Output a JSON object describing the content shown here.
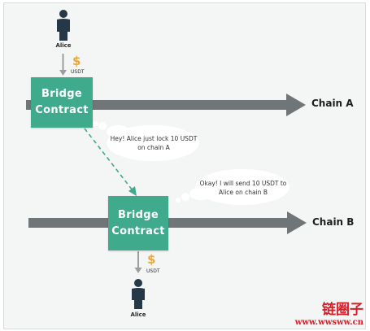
{
  "diagram": {
    "top_user_label": "Alice",
    "bottom_user_label": "Alice",
    "top_token_symbol": "$",
    "top_token_label": "USDT",
    "bottom_token_symbol": "$",
    "bottom_token_label": "USDT",
    "bridge_a_line1": "Bridge",
    "bridge_a_line2": "Contract",
    "bridge_b_line1": "Bridge",
    "bridge_b_line2": "Contract",
    "chain_a_label": "Chain A",
    "chain_b_label": "Chain B",
    "bubble_a_line1": "Hey! Alice just lock 10 USDT",
    "bubble_a_line2": "on chain A",
    "bubble_b_line1": "Okay! I will send 10 USDT to",
    "bubble_b_line2": "Alice on chain B"
  },
  "watermark": {
    "title": "链圈子",
    "url": "www.wwsww.cn"
  },
  "colors": {
    "bridge": "#3faa8c",
    "chain_arrow": "#707578",
    "token": "#e8a93a",
    "person": "#243847",
    "watermark": "#d4202a",
    "bubble": "#ffffff"
  },
  "icons": [
    "person-icon",
    "dollar-icon",
    "arrow-down-icon",
    "thought-bubble"
  ]
}
